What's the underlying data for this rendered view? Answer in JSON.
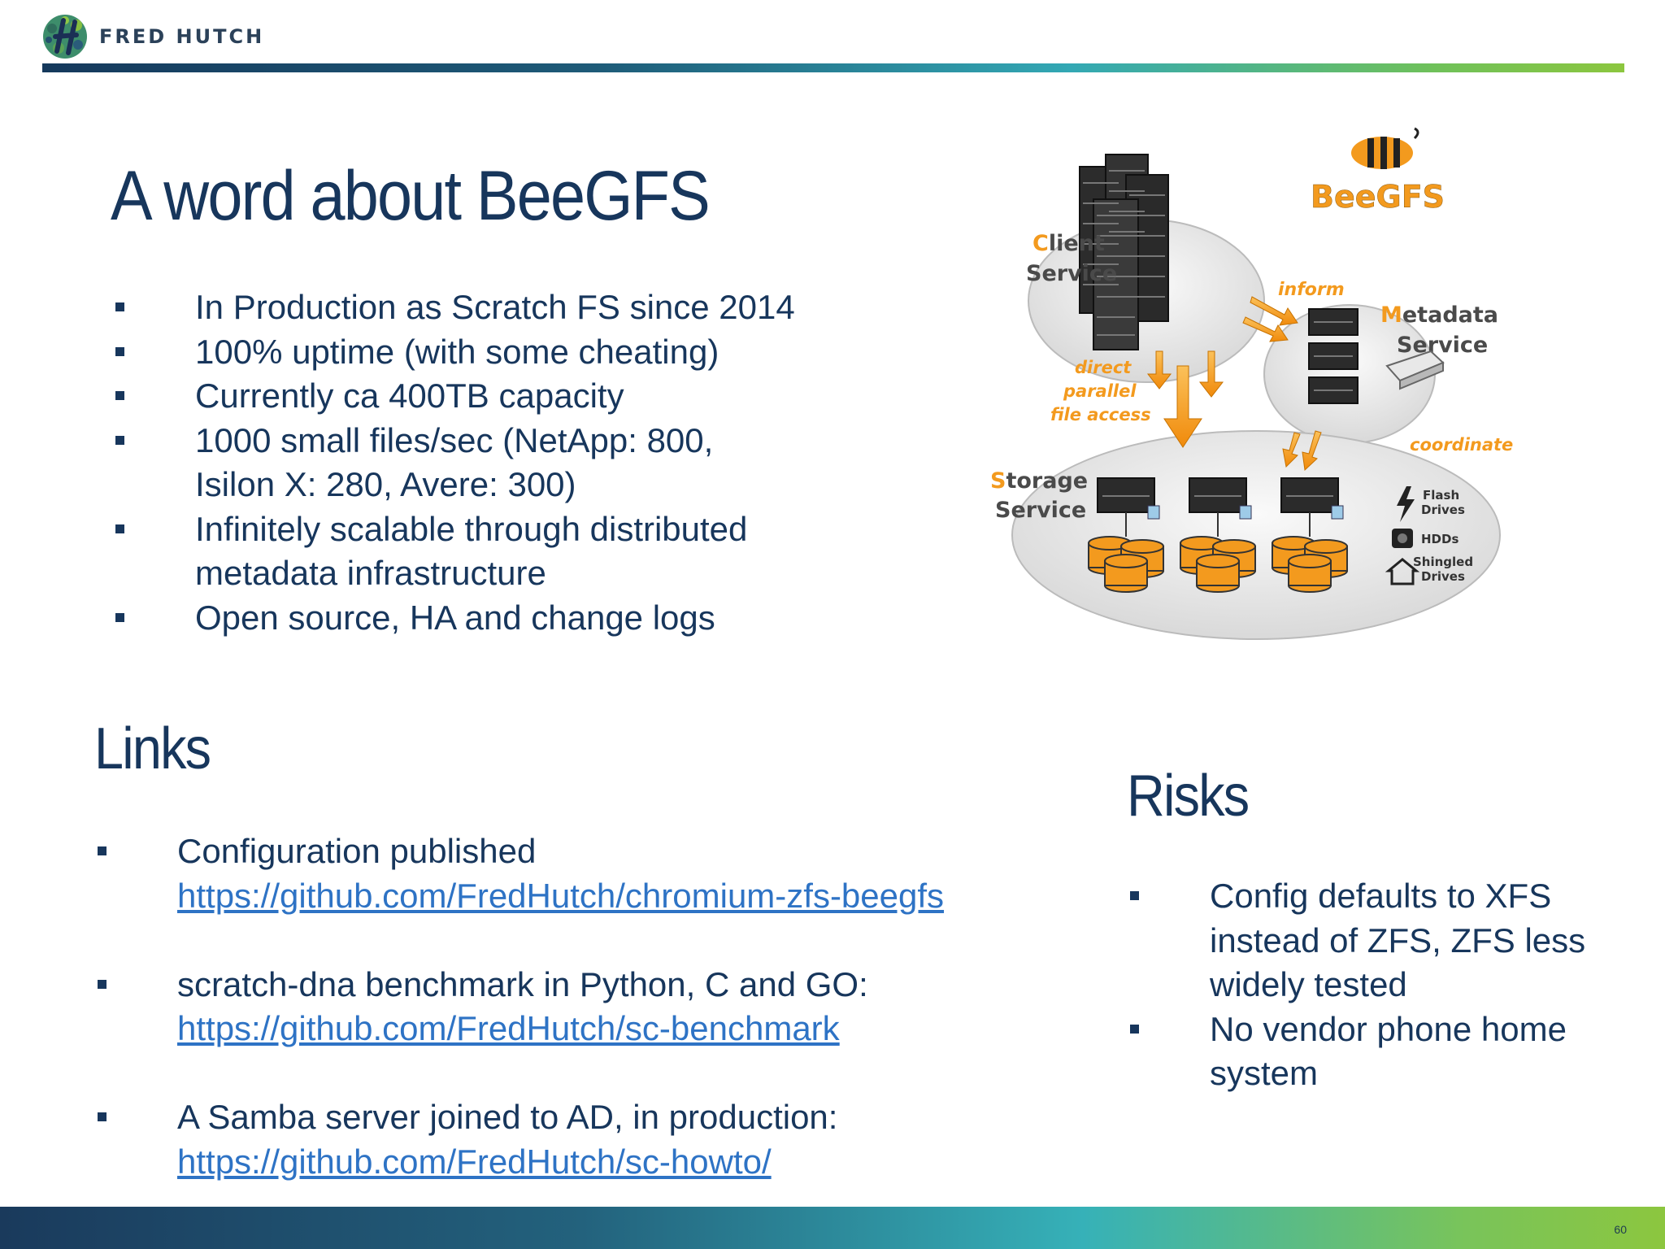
{
  "header": {
    "logo_text": "FRED HUTCH"
  },
  "title": "A word about BeeGFS",
  "main_bullets": [
    "In Production as Scratch FS since 2014",
    "100% uptime (with some cheating)",
    "Currently ca 400TB capacity",
    "1000 small files/sec (NetApp: 800, Isilon X: 280, Avere: 300)",
    "Infinitely scalable through distributed metadata infrastructure",
    "Open source, HA and change logs"
  ],
  "links": {
    "heading": "Links",
    "items": [
      {
        "text": "Configuration published",
        "url": "https://github.com/FredHutch/chromium-zfs-beegfs"
      },
      {
        "text": "scratch-dna benchmark in Python, C and GO:",
        "url": "https://github.com/FredHutch/sc-benchmark"
      },
      {
        "text": "A Samba server joined to AD, in production:",
        "url": "https://github.com/FredHutch/sc-howto/"
      }
    ]
  },
  "risks": {
    "heading": "Risks",
    "items": [
      "Config defaults to XFS instead of ZFS, ZFS less widely tested",
      "No vendor phone home system"
    ]
  },
  "diagram": {
    "brand": "BeeGFS",
    "client_first": "C",
    "client_rest": "lient",
    "client_line2": "Service",
    "metadata_first": "M",
    "metadata_rest": "etadata",
    "metadata_line2": "Service",
    "storage_first": "S",
    "storage_rest": "torage",
    "storage_line2": "Service",
    "inform": "inform",
    "direct_1": "direct",
    "direct_2": "parallel",
    "direct_3": "file access",
    "coordinate": "coordinate",
    "flash_1": "Flash",
    "flash_2": "Drives",
    "hdds": "HDDs",
    "shingled_1": "Shingled",
    "shingled_2": "Drives"
  },
  "page_number": "60",
  "colors": {
    "navy": "#17365c",
    "link": "#2e73c5",
    "bee_orange": "#f39a1e",
    "bar_start": "#1a3a5c",
    "bar_end": "#8cc63f"
  }
}
